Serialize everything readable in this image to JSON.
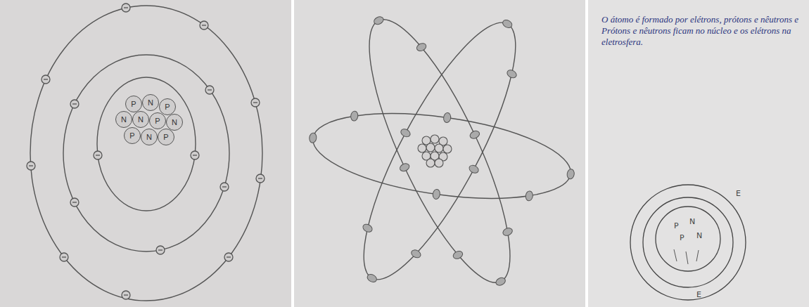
{
  "diagram": {
    "nodes": [
      {
        "text": [
          "P"
        ]
      },
      {
        "text": [
          "N"
        ]
      },
      {
        "text": [
          "P"
        ]
      },
      {
        "text": [
          "N"
        ]
      },
      {
        "text": [
          "N"
        ]
      },
      {
        "text": [
          "P"
        ]
      },
      {
        "text": [
          "N"
        ]
      },
      {
        "text": [
          "P"
        ]
      },
      {
        "text": [
          "N"
        ]
      },
      {
        "text": [
          "P"
        ]
      }
    ],
    "labels": [
      "O átomo é formado por elétrons, prótons e nêutrons e Prótons e nêutrons ficam no núcleo e os elétrons na eletrosfera.",
      "P",
      "N",
      "P",
      "N",
      "E",
      "E"
    ]
  }
}
